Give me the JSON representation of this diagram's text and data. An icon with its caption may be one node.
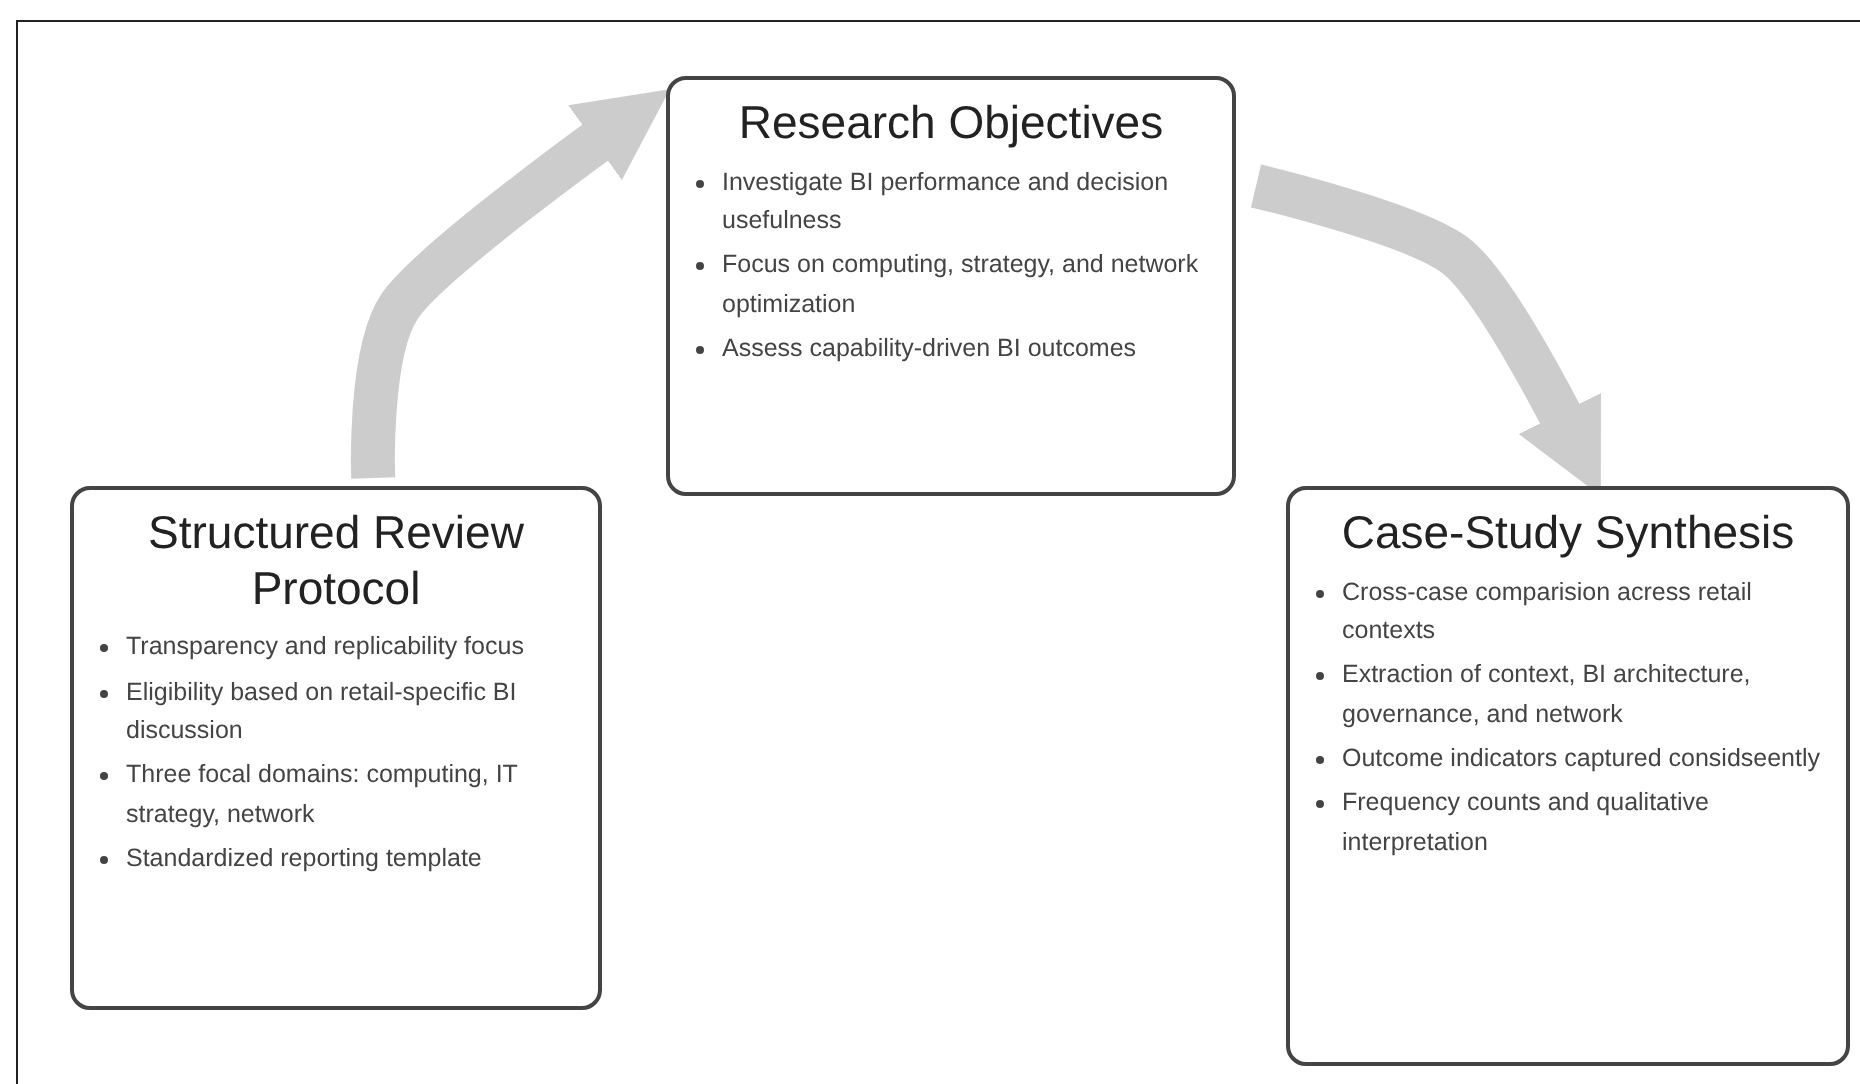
{
  "diagram": {
    "nodes": [
      {
        "text": [
          "Structured Review Protocol",
          "Transparency and replicability focus",
          "Eligibility based on retail-specific BI discussion",
          "Three focal domains: computing, IT strategy, network",
          "Standardized reporting template"
        ]
      },
      {
        "text": [
          "Research Objectives",
          "Investigate BI performance and decision usefulness",
          "Focus on computing, strategy, and network optimization",
          "Assess capability-driven BI outcomes"
        ]
      },
      {
        "text": [
          "Case-Study Synthesis",
          "Cross-case comparision acress retail contexts",
          "Extraction of context, BI architecture, governance, and network",
          "Outcome indicators captured considseently",
          "Frequency counts and qualitative interpretation"
        ]
      }
    ],
    "edges": [
      {
        "from": 0,
        "to": 1,
        "arrow": "to"
      },
      {
        "from": 1,
        "to": 2,
        "arrow": "to"
      }
    ]
  }
}
